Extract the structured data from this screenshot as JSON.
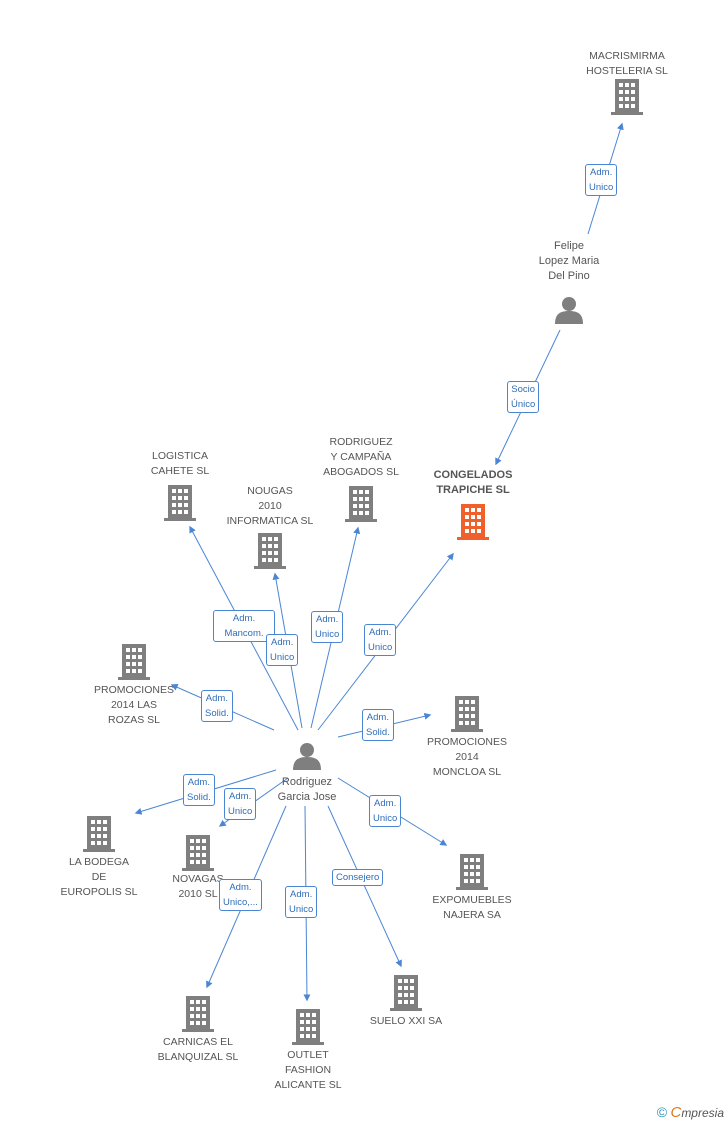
{
  "colors": {
    "edge": "#4a86d4",
    "building": "#7f7f7f",
    "focus": "#f0602a",
    "person": "#7f7f7f"
  },
  "nodes": {
    "macrismirma": {
      "label": "MACRISMIRMA\nHOSTELERIA SL",
      "icon": "building-icon"
    },
    "felipe": {
      "label": "Felipe\nLopez Maria\nDel Pino",
      "icon": "person-icon"
    },
    "congelados": {
      "label": "CONGELADOS\nTRAPICHE SL",
      "icon": "building-icon"
    },
    "logistica": {
      "label": "LOGISTICA\nCAHETE  SL",
      "icon": "building-icon"
    },
    "nougas": {
      "label": "NOUGAS\n2010\nINFORMATICA SL",
      "icon": "building-icon"
    },
    "rodriguez_campana": {
      "label": "RODRIGUEZ\nY CAMPAÑA\nABOGADOS SL",
      "icon": "building-icon"
    },
    "promo_rozas": {
      "label": "PROMOCIONES\n2014 LAS\nROZAS  SL",
      "icon": "building-icon"
    },
    "rodriguez_garcia": {
      "label": "Rodriguez\nGarcia Jose",
      "icon": "person-icon"
    },
    "promo_moncloa": {
      "label": "PROMOCIONES\n2014\nMONCLOA  SL",
      "icon": "building-icon"
    },
    "bodega": {
      "label": "LA BODEGA\nDE\nEUROPOLIS SL",
      "icon": "building-icon"
    },
    "novagas": {
      "label": "NOVAGAS\n2010 SL",
      "icon": "building-icon"
    },
    "expomuebles": {
      "label": "EXPOMUEBLES\nNAJERA SA",
      "icon": "building-icon"
    },
    "carnicas": {
      "label": "CARNICAS EL\nBLANQUIZAL SL",
      "icon": "building-icon"
    },
    "outlet": {
      "label": "OUTLET\nFASHION\nALICANTE SL",
      "icon": "building-icon"
    },
    "suelo": {
      "label": "SUELO XXI SA",
      "icon": "building-icon"
    }
  },
  "edges": {
    "felipe_macrismirma": "Adm.\nUnico",
    "felipe_congelados": "Socio\nÚnico",
    "rg_logistica": "Adm.\nMancom.",
    "rg_nougas": "Adm.\nUnico",
    "rg_rodriguez_campana": "Adm.\nUnico",
    "rg_congelados": "Adm.\nUnico",
    "rg_promo_rozas": "Adm.\nSolid.",
    "rg_promo_moncloa": "Adm.\nSolid.",
    "rg_bodega": "Adm.\nSolid.",
    "rg_novagas": "Adm.\nUnico",
    "rg_expomuebles": "Adm.\nUnico",
    "rg_carnicas": "Adm.\nUnico,...",
    "rg_outlet": "Adm.\nUnico",
    "rg_suelo": "Consejero"
  },
  "footer": {
    "copyright": "©",
    "brand_e": "C",
    "brand_rest": "mpresia"
  }
}
